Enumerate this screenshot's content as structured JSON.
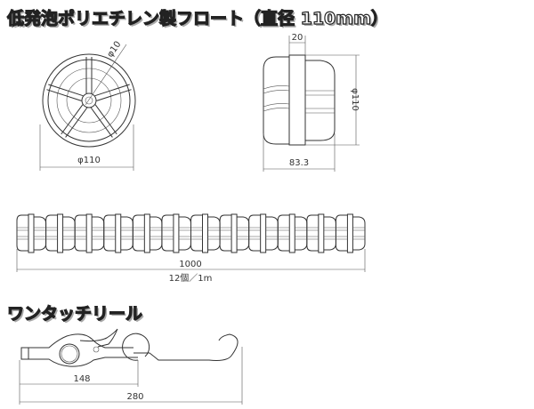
{
  "float_section": {
    "title": "低発泡ポリエチレン製フロート（直径 110mm）",
    "front_view": {
      "diameter_label": "φ110",
      "hole_label": "φ10"
    },
    "side_view": {
      "flange_width_label": "20",
      "length_label": "83.3",
      "diameter_label": "φ110"
    },
    "chain_view": {
      "float_count": 12,
      "length_label": "1000",
      "note": "12個／1m"
    }
  },
  "reel_section": {
    "title": "ワンタッチリール",
    "short_length_label": "148",
    "total_length_label": "280"
  }
}
